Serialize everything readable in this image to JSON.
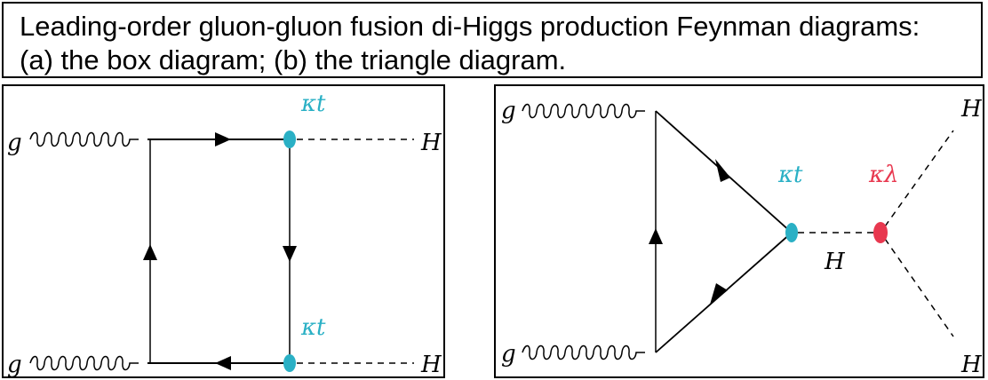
{
  "caption": {
    "line1": "Leading-order gluon-gluon fusion di-Higgs production Feynman diagrams:",
    "line2": "(a) the box diagram; (b) the triangle diagram."
  },
  "colors": {
    "kappa_t": "#2ab0c5",
    "kappa_lambda": "#e8384f",
    "lines": "#000000"
  },
  "box_diagram": {
    "gluon_top": "g",
    "gluon_bottom": "g",
    "higgs_top": "H",
    "higgs_bottom": "H",
    "coupling_top": "κt",
    "coupling_bottom": "κt"
  },
  "triangle_diagram": {
    "gluon_top": "g",
    "gluon_bottom": "g",
    "higgs_internal": "H",
    "higgs_out_top": "H",
    "higgs_out_bottom": "H",
    "coupling_top": "κt",
    "coupling_lambda": "κλ"
  }
}
